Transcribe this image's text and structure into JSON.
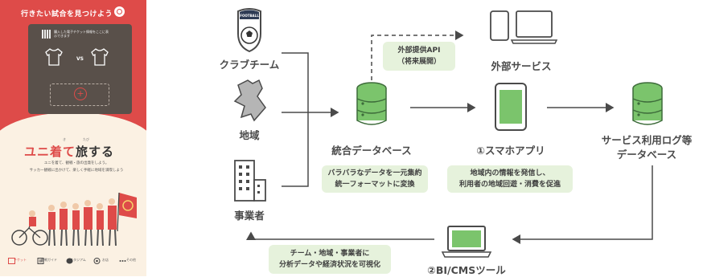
{
  "phone": {
    "title": "行きたい試合を見つけよう",
    "card_note": "購入した電子チケット情報をここに表示できます",
    "vs": "VS",
    "headline_red": "ユニ着て",
    "headline_dark": "旅する",
    "headline_ruby_1": "き",
    "headline_ruby_2": "たび",
    "subtext_1": "ユニを着て、観戦・旅の出発をしよう。",
    "subtext_2": "サッカー観戦に出かけて、楽しく手軽に地域を満喫しよう",
    "nav": [
      "チケット",
      "観戦ガイド",
      "スタジアム",
      "お店",
      "その他"
    ]
  },
  "diagram": {
    "club": "クラブチーム",
    "region": "地域",
    "business": "事業者",
    "integrated_db": "統合データベース",
    "integrated_note_1": "バラバラなデータを一元集約",
    "integrated_note_2": "統一フォーマットに変換",
    "api_note_1": "外部提供API",
    "api_note_2": "（将来展開）",
    "external": "外部サービス",
    "app": "①スマホアプリ",
    "app_note_1": "地域内の情報を発信し、",
    "app_note_2": "利用者の地域回遊・消費を促進",
    "log_db_1": "サービス利用ログ等",
    "log_db_2": "データベース",
    "bi": "②BI/CMSツール",
    "bi_note_1": "チーム・地域・事業者に",
    "bi_note_2": "分析データや経済状況を可視化",
    "football_badge": "FOOTBALL"
  },
  "colors": {
    "accent_red": "#de4b49",
    "green": "#7bc46c",
    "green_dark": "#3d6b3a",
    "note_bg": "#e6f2dc",
    "arrow": "#4a4a4a"
  }
}
